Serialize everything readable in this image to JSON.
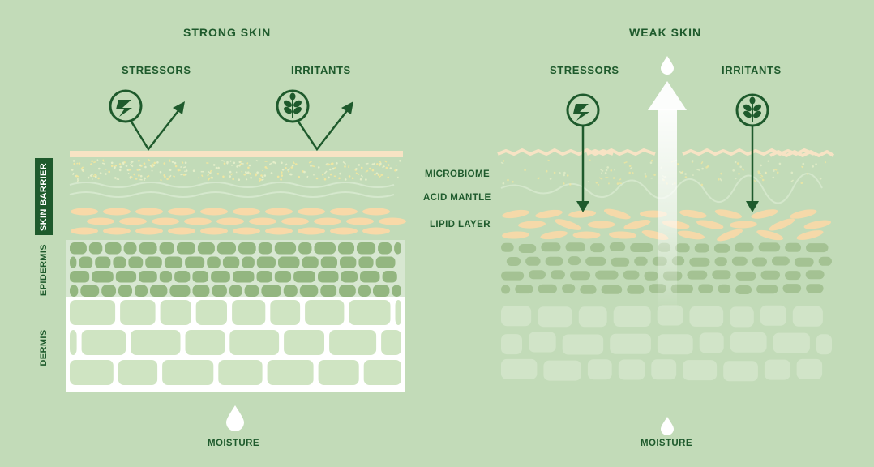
{
  "strong": {
    "title": "STRONG SKIN",
    "stressors": "STRESSORS",
    "irritants": "IRRITANTS",
    "moisture": "MOISTURE"
  },
  "weak": {
    "title": "WEAK SKIN",
    "stressors": "STRESSORS",
    "irritants": "IRRITANTS",
    "moisture": "MOISTURE"
  },
  "layers": {
    "microbiome": "MICROBIOME",
    "acid_mantle": "ACID MANTLE",
    "lipid_layer": "LIPID LAYER"
  },
  "side_labels": {
    "skin_barrier": "SKIN BARRIER",
    "epidermis": "EPIDERMIS",
    "dermis": "DERMIS"
  },
  "colors": {
    "background": "#c2dbb8",
    "dark_green": "#1e5a2c",
    "lipid": "#f8d9a8",
    "epidermis_cell": "#93b680",
    "dermis_cell": "#cfe4c2"
  },
  "icons": {
    "stressor": "lightning-bolt-icon",
    "irritant": "leaf-sprig-icon",
    "moisture": "water-drop-icon"
  }
}
